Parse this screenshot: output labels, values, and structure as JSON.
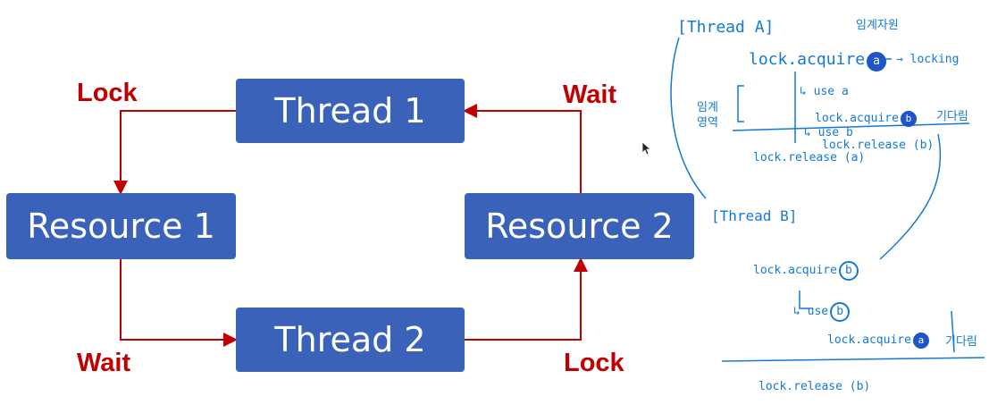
{
  "diagram": {
    "thread1": "Thread 1",
    "thread2": "Thread 2",
    "resource1": "Resource 1",
    "resource2": "Resource 2",
    "lock_top_left": "Lock",
    "wait_top_right": "Wait",
    "wait_bottom_left": "Wait",
    "lock_bottom_right": "Lock"
  },
  "notes": {
    "thread_a": "[Thread A]",
    "critical_resource": "임계자원",
    "lock_acquire_a": "lock.acquire",
    "circle_a": "a",
    "arrow_locking": "→ locking",
    "use_a": "↳ use a",
    "critical_section": "임계 영역",
    "lock_acquire_b_1": "lock.acquire",
    "circle_b_1": "b",
    "wait_1": "기다림",
    "use_b_1": "↳ use b",
    "lock_release_b_1": "lock.release (b)",
    "lock_release_a": "lock.release (a)",
    "thread_b": "[Thread B]",
    "lock_acquire_b_2": "lock.acquire",
    "circle_b_2": "b",
    "use_b_2": "↳ use",
    "circle_b_3": "b",
    "lock_acquire_a_2": "lock.acquire",
    "circle_a_2": "a",
    "wait_2": "기다림",
    "lock_release_b_2": "lock.release (b)"
  },
  "colors": {
    "box": "#3b62b9",
    "label_red": "#c00000",
    "arrow_red": "#c00000",
    "ink_blue": "#1279d6"
  },
  "icons": {
    "cursor": "mouse-pointer-icon"
  }
}
